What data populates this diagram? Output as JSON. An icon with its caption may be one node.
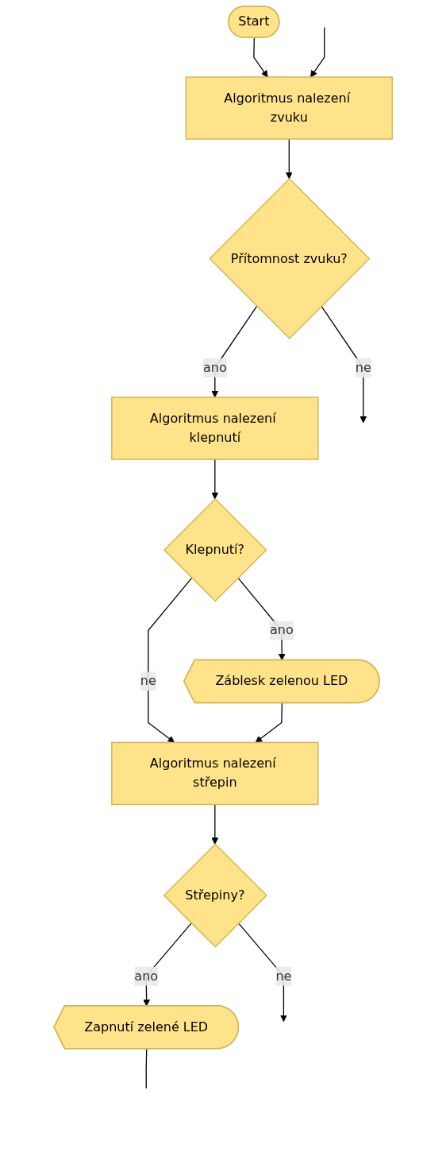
{
  "diagram": {
    "nodes": [
      {
        "text": [
          "Start"
        ]
      },
      {
        "text": [
          "Algoritmus nalezení zvuku"
        ]
      },
      {
        "text": [
          "Přítomnost zvuku?"
        ]
      },
      {
        "text": [
          "Algoritmus nalezení klepnutí"
        ]
      },
      {
        "text": [
          "Klepnutí?"
        ]
      },
      {
        "text": [
          "Záblesk zelenou LED"
        ]
      },
      {
        "text": [
          "Algoritmus nalezení střepin"
        ]
      },
      {
        "text": [
          "Střepiny?"
        ]
      },
      {
        "text": [
          "Zapnutí zelené LED"
        ]
      }
    ],
    "edges": [
      {
        "from": 0,
        "to": 1,
        "arrow": "to"
      },
      {
        "from": null,
        "to": 1,
        "arrow": "to"
      },
      {
        "from": 1,
        "to": 2,
        "arrow": "to"
      },
      {
        "from": 2,
        "to": null,
        "label": "ne",
        "arrow": "to"
      },
      {
        "from": 2,
        "to": 3,
        "label": "ano",
        "arrow": "to"
      },
      {
        "from": 3,
        "to": 4,
        "arrow": "to"
      },
      {
        "from": 4,
        "to": 5,
        "label": "ano",
        "arrow": "to"
      },
      {
        "from": 4,
        "to": 6,
        "label": "ne",
        "arrow": "to"
      },
      {
        "from": 5,
        "to": 6,
        "arrow": "to"
      },
      {
        "from": 6,
        "to": 7,
        "arrow": "to"
      },
      {
        "from": 7,
        "to": null,
        "label": "ne",
        "arrow": "to"
      },
      {
        "from": 7,
        "to": 8,
        "label": "ano",
        "arrow": "to"
      },
      {
        "from": 8,
        "to": null,
        "arrow": "none"
      }
    ]
  }
}
